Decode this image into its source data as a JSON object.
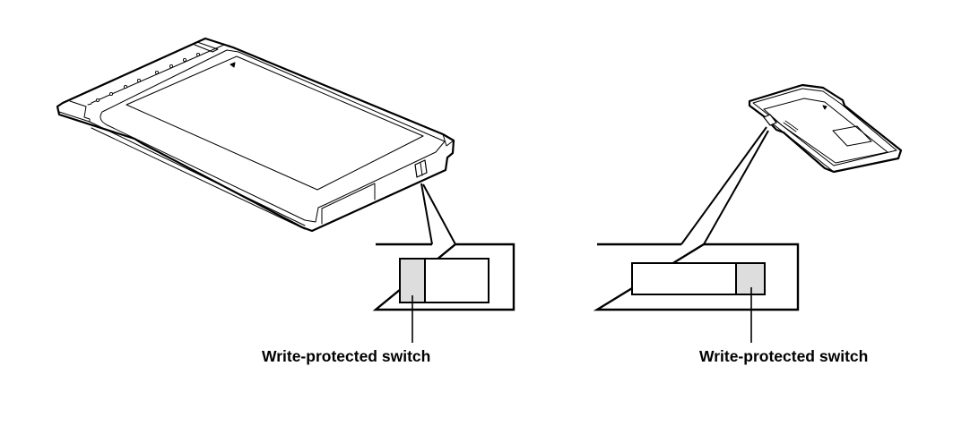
{
  "figure": {
    "left_device": {
      "name": "PC card",
      "callout": {
        "switch_position": "left",
        "switch_fill": "#dcdddc",
        "label": "Write-protected switch"
      }
    },
    "right_device": {
      "name": "SD card",
      "callout": {
        "switch_position": "right",
        "switch_fill": "#dcdddc",
        "label": "Write-protected switch"
      }
    },
    "colors": {
      "stroke": "#000000",
      "background": "#ffffff",
      "switch_fill": "#dcdddc"
    }
  }
}
